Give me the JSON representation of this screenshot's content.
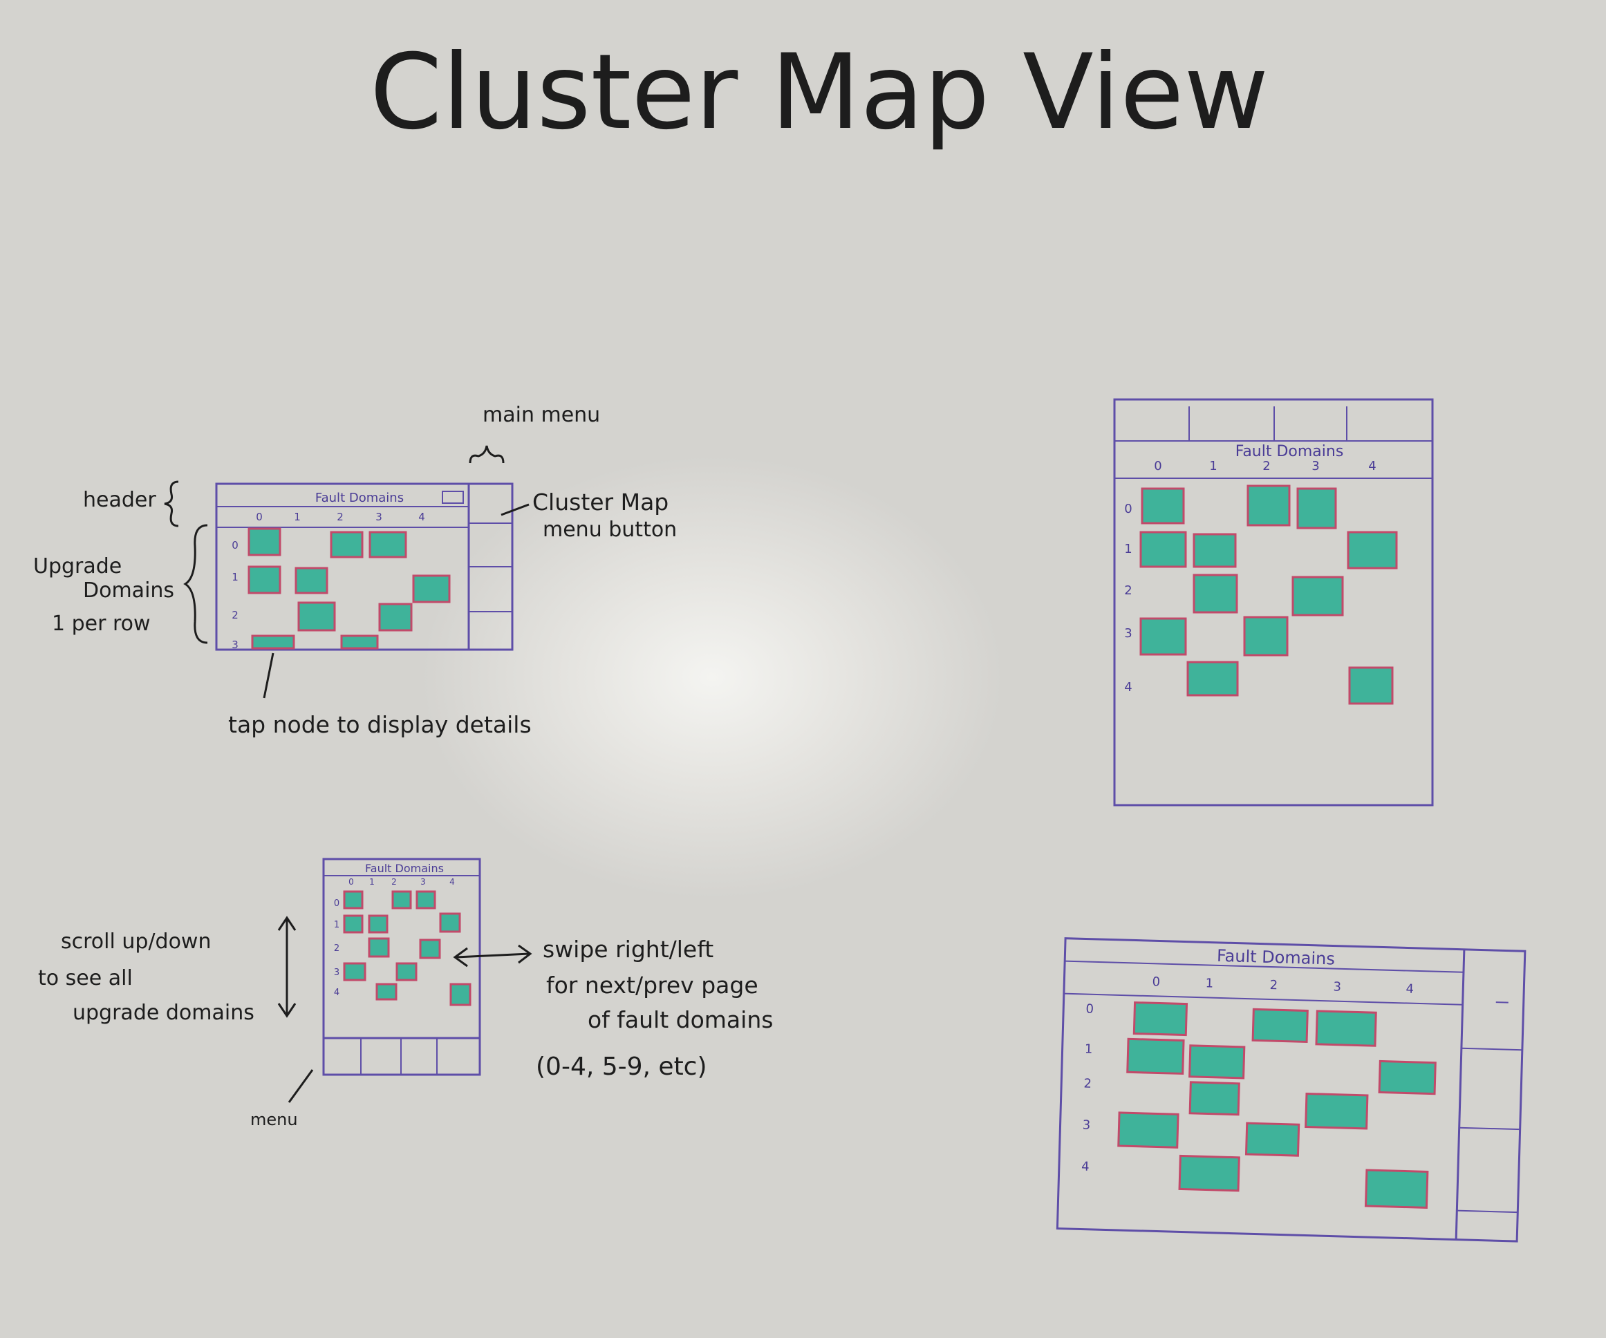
{
  "title": "Cluster Map View",
  "colors": {
    "frame": "#5e4ea8",
    "node_fill": "#3fb39a",
    "node_border": "#c24a6a",
    "ink": "#1d1d1d",
    "board": "#e2e1dd"
  },
  "mockups": {
    "phone_landscape": {
      "header": "Fault Domains",
      "columns": [
        "0",
        "1",
        "2",
        "3",
        "4"
      ],
      "rows": [
        "0",
        "1",
        "2",
        "3"
      ]
    },
    "phone_portrait": {
      "header": "Fault Domains",
      "columns": [
        "0",
        "1",
        "2",
        "3",
        "4"
      ],
      "rows": [
        "0",
        "1",
        "2",
        "3",
        "4"
      ]
    },
    "tablet_portrait": {
      "header": "Fault Domains",
      "columns": [
        "0",
        "1",
        "2",
        "3",
        "4"
      ],
      "rows": [
        "0",
        "1",
        "2",
        "3",
        "4"
      ]
    },
    "tablet_landscape": {
      "header": "Fault Domains",
      "columns": [
        "0",
        "1",
        "2",
        "3",
        "4"
      ],
      "rows": [
        "0",
        "1",
        "2",
        "3",
        "4"
      ]
    }
  },
  "annotations": {
    "header": "header",
    "main_menu": "main menu",
    "cluster_map_menu_line1": "Cluster Map",
    "cluster_map_menu_line2": "menu button",
    "upgrade_line1": "Upgrade",
    "upgrade_line2": "Domains",
    "upgrade_line3": "1 per row",
    "tap_node": "tap node to display details",
    "scroll_line1": "scroll up/down",
    "scroll_line2": "to see all",
    "scroll_line3": "upgrade domains",
    "swipe_line1": "swipe right/left",
    "swipe_line2": "for next/prev page",
    "swipe_line3": "of fault domains",
    "swipe_line4": "(0-4, 5-9, etc)",
    "menu": "menu"
  }
}
